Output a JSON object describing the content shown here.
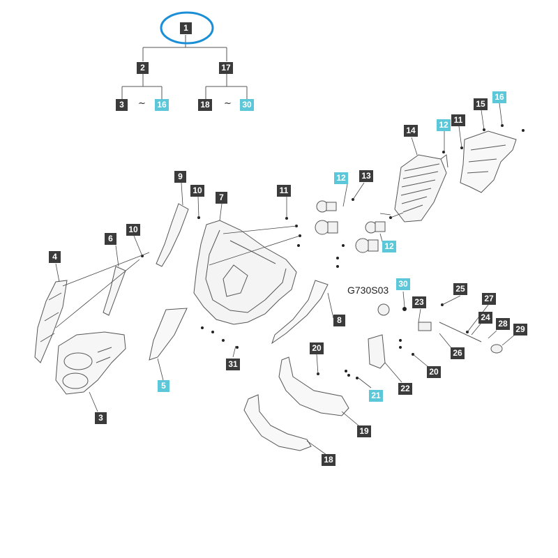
{
  "colors": {
    "label_dark": "#3b3b3b",
    "label_highlight": "#5bc7d9",
    "selection_ring": "#1a8ed6",
    "line": "#444444"
  },
  "tree": {
    "root": "1",
    "left_branch": "2",
    "right_branch": "17",
    "left_range_from": "3",
    "left_range_to": "16",
    "right_range_from": "18",
    "right_range_to": "30",
    "range_symbol": "~"
  },
  "diagram_code": "G730S03",
  "callouts": [
    {
      "id": "c14",
      "text": "14",
      "style": "dark"
    },
    {
      "id": "c12a",
      "text": "12",
      "style": "cyan"
    },
    {
      "id": "c11a",
      "text": "11",
      "style": "dark"
    },
    {
      "id": "c15",
      "text": "15",
      "style": "dark"
    },
    {
      "id": "c16",
      "text": "16",
      "style": "cyan"
    },
    {
      "id": "c9",
      "text": "9",
      "style": "dark"
    },
    {
      "id": "c10a",
      "text": "10",
      "style": "dark"
    },
    {
      "id": "c7",
      "text": "7",
      "style": "dark"
    },
    {
      "id": "c11b",
      "text": "11",
      "style": "dark"
    },
    {
      "id": "c12b",
      "text": "12",
      "style": "cyan"
    },
    {
      "id": "c13",
      "text": "13",
      "style": "dark"
    },
    {
      "id": "c12c",
      "text": "12",
      "style": "cyan"
    },
    {
      "id": "c6",
      "text": "6",
      "style": "dark"
    },
    {
      "id": "c10b",
      "text": "10",
      "style": "dark"
    },
    {
      "id": "c4",
      "text": "4",
      "style": "dark"
    },
    {
      "id": "c8",
      "text": "8",
      "style": "dark"
    },
    {
      "id": "c30",
      "text": "30",
      "style": "cyan"
    },
    {
      "id": "c25",
      "text": "25",
      "style": "dark"
    },
    {
      "id": "c23",
      "text": "23",
      "style": "dark"
    },
    {
      "id": "c27",
      "text": "27",
      "style": "dark"
    },
    {
      "id": "c24",
      "text": "24",
      "style": "dark"
    },
    {
      "id": "c28",
      "text": "28",
      "style": "dark"
    },
    {
      "id": "c29",
      "text": "29",
      "style": "dark"
    },
    {
      "id": "c26",
      "text": "26",
      "style": "dark"
    },
    {
      "id": "c20a",
      "text": "20",
      "style": "dark"
    },
    {
      "id": "c20b",
      "text": "20",
      "style": "dark"
    },
    {
      "id": "c21",
      "text": "21",
      "style": "cyan"
    },
    {
      "id": "c22",
      "text": "22",
      "style": "dark"
    },
    {
      "id": "c31",
      "text": "31",
      "style": "dark"
    },
    {
      "id": "c5",
      "text": "5",
      "style": "cyan"
    },
    {
      "id": "c3",
      "text": "3",
      "style": "dark"
    },
    {
      "id": "c19",
      "text": "19",
      "style": "dark"
    },
    {
      "id": "c18",
      "text": "18",
      "style": "dark"
    }
  ]
}
